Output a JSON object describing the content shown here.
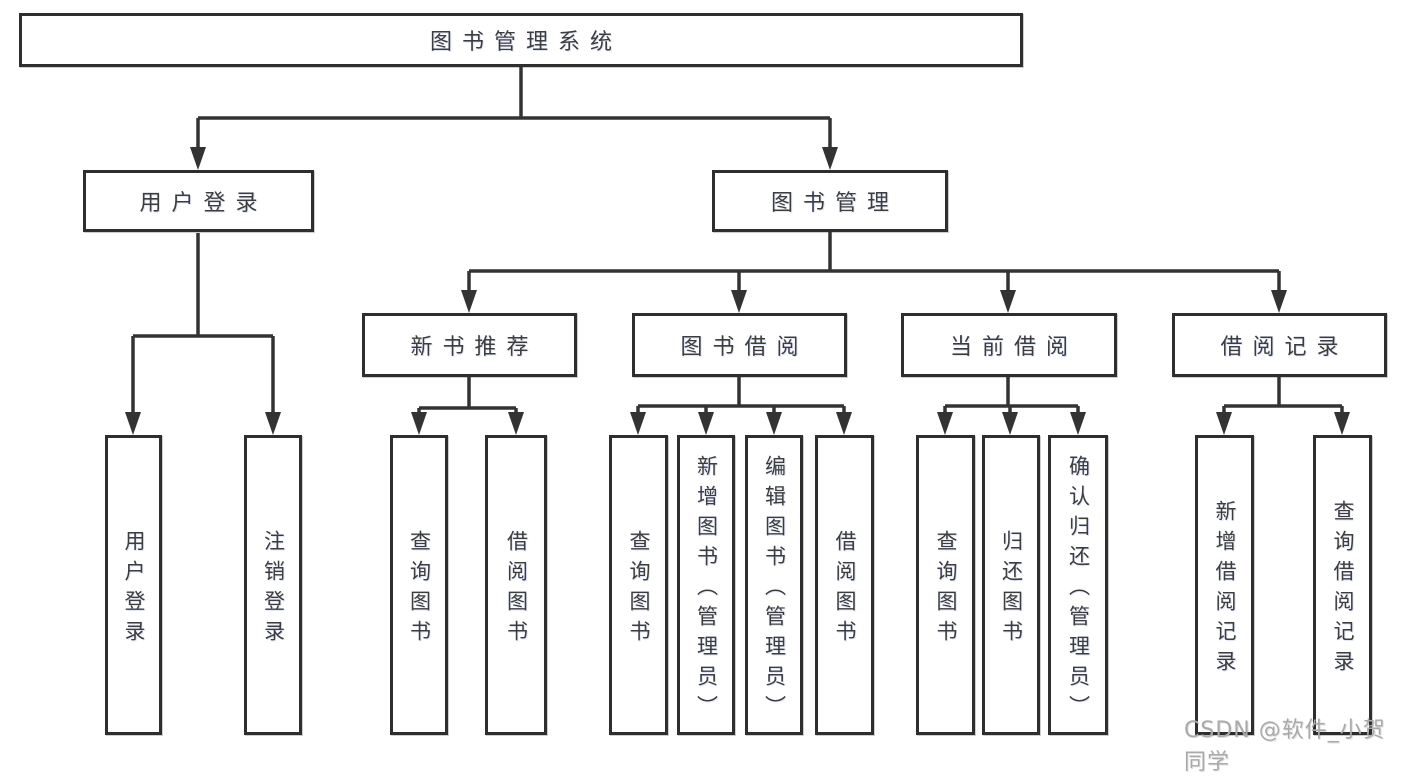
{
  "diagram_type": "hierarchy-tree",
  "watermark": "CSDN @软件_小贺同学",
  "colors": {
    "line": "#333333",
    "box_border": "#2e2e2e",
    "box_background": "#ffffff",
    "text": "#3d3d3d",
    "watermark": "#aaaaaa",
    "page_background": "#ffffff"
  },
  "tree": {
    "label": "图书管理系统",
    "children": [
      {
        "label": "用户登录",
        "children": [
          {
            "label": "用户登录"
          },
          {
            "label": "注销登录"
          }
        ]
      },
      {
        "label": "图书管理",
        "children": [
          {
            "label": "新书推荐",
            "children": [
              {
                "label": "查询图书"
              },
              {
                "label": "借阅图书"
              }
            ]
          },
          {
            "label": "图书借阅",
            "children": [
              {
                "label": "查询图书"
              },
              {
                "label": "新增图书（管理员）"
              },
              {
                "label": "编辑图书（管理员）"
              },
              {
                "label": "借阅图书"
              }
            ]
          },
          {
            "label": "当前借阅",
            "children": [
              {
                "label": "查询图书"
              },
              {
                "label": "归还图书"
              },
              {
                "label": "确认归还（管理员）"
              }
            ]
          },
          {
            "label": "借阅记录",
            "children": [
              {
                "label": "新增借阅记录"
              },
              {
                "label": "查询借阅记录"
              }
            ]
          }
        ]
      }
    ]
  }
}
